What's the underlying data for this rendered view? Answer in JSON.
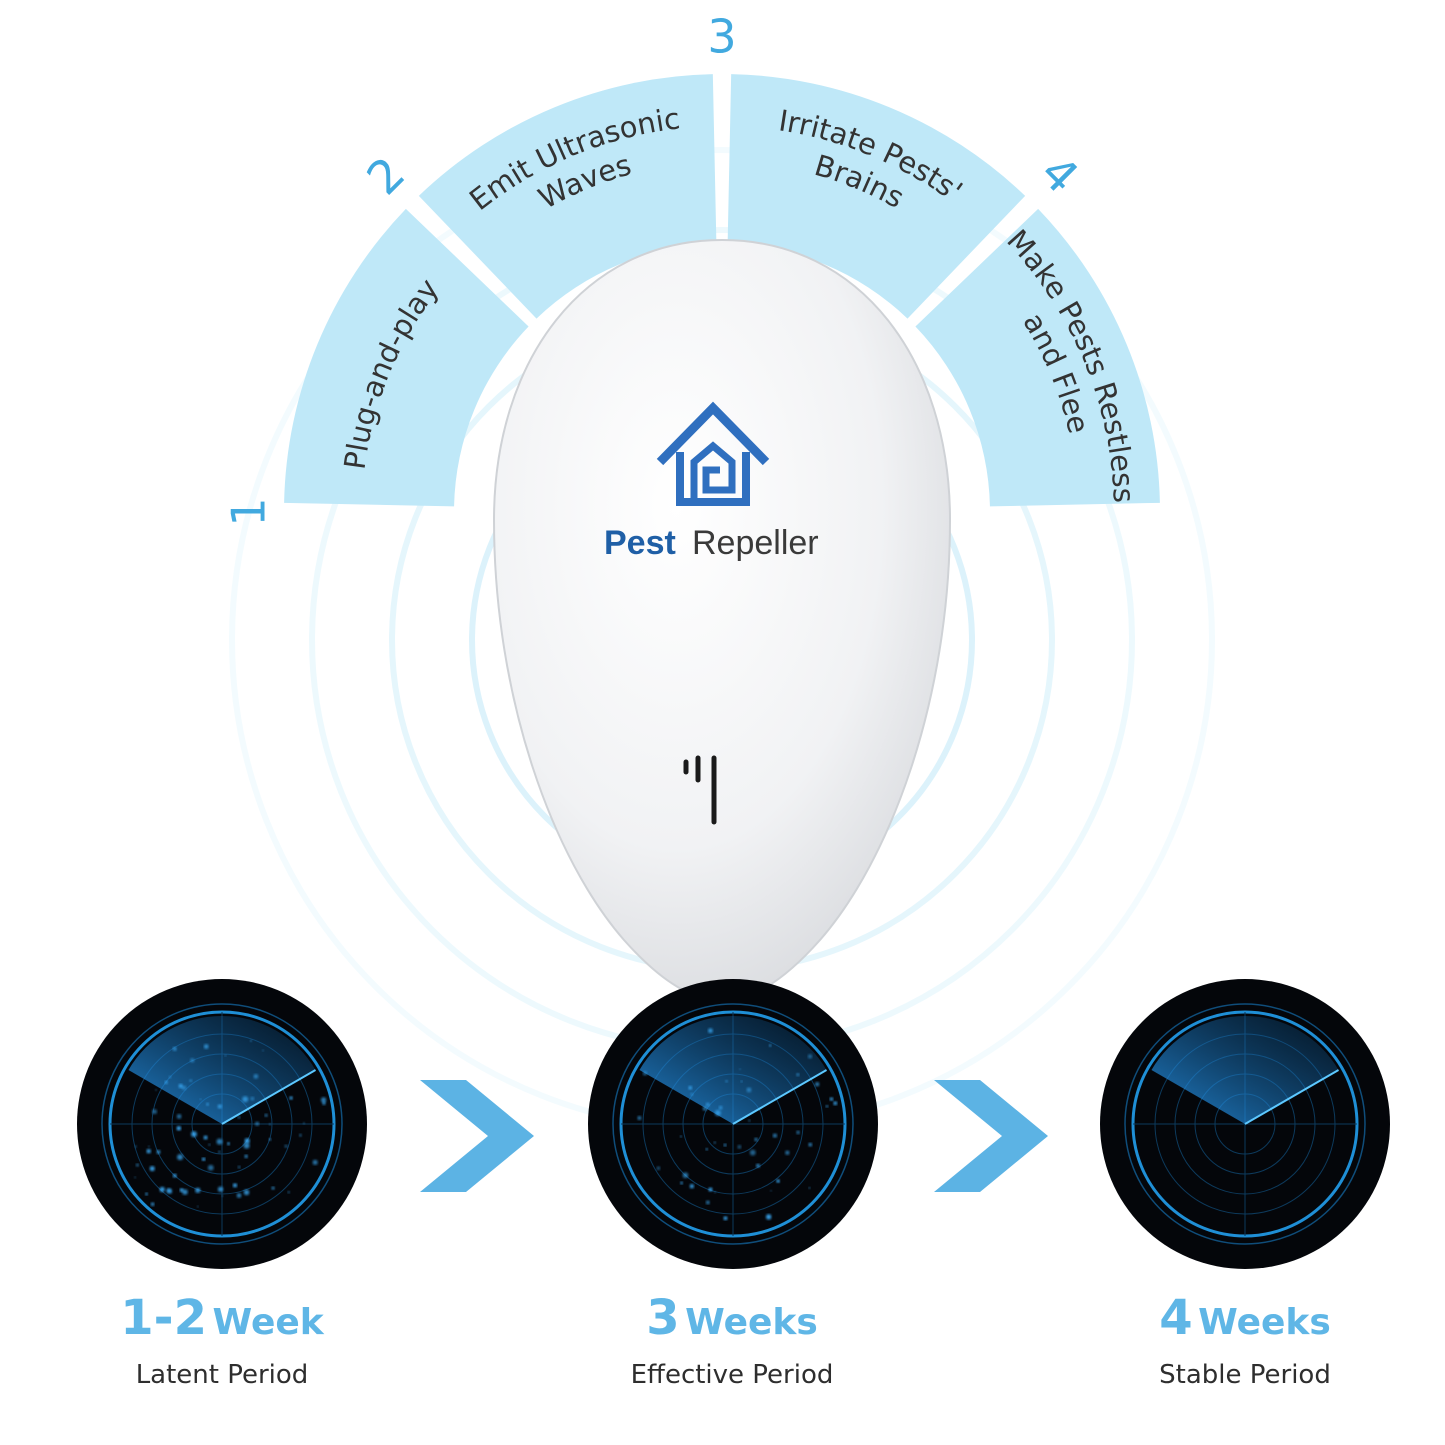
{
  "steps": [
    {
      "number": "1",
      "text_lines": [
        "Plug-and-play"
      ]
    },
    {
      "number": "2",
      "text_lines": [
        "Emit Ultrasonic",
        "Waves"
      ]
    },
    {
      "number": "3",
      "text_lines": [
        "Irritate Pests'",
        "Brains"
      ]
    },
    {
      "number": "4",
      "text_lines": [
        "Make Pests Restless",
        "and Flee"
      ]
    }
  ],
  "device": {
    "brand_part1": "Pest",
    "brand_part2": "Repeller",
    "logo_icon": "house-icon",
    "speaker_icon": "sound-slot-icon"
  },
  "periods": [
    {
      "number": "1-2",
      "unit": "Week",
      "label": "Latent Period"
    },
    {
      "number": "3",
      "unit": "Weeks",
      "label": "Effective Period"
    },
    {
      "number": "4",
      "unit": "Weeks",
      "label": "Stable Period"
    }
  ],
  "colors": {
    "arc_fill": "#bfe8f8",
    "accent": "#41a9df",
    "duration_text": "#5fb6e6",
    "radar_bg": "#04060a",
    "radar_blue": "#1f8fd6",
    "arrow": "#5cb3e4"
  },
  "icons": [
    "house-icon",
    "sound-slot-icon",
    "radar-icon",
    "chevron-right-icon"
  ]
}
